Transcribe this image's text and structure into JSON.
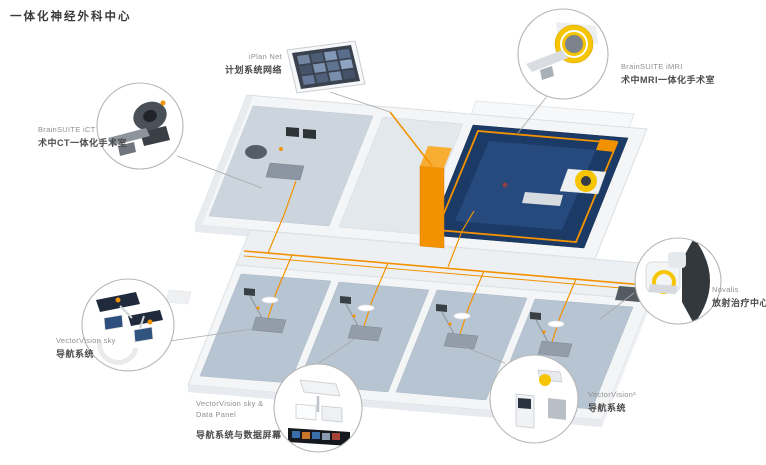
{
  "title": "一体化神经外科中心",
  "colors": {
    "accent_orange": "#f39200",
    "mri_yellow": "#f6c500",
    "mri_room_navy": "#1b3a66",
    "floor_blue_gray": "#b7c4d2",
    "wall_white": "#f4f5f6",
    "label_gray": "#8f8f8f",
    "label_dark": "#4a4a4a"
  },
  "callouts": {
    "iplan": {
      "en": "iPlan Net",
      "cn": "计划系统网络"
    },
    "ict": {
      "en": "BrainSUITE iCT",
      "cn": "术中CT一体化手术室"
    },
    "imri": {
      "en": "BrainSUITE iMRI",
      "cn": "术中MRI一体化手术室"
    },
    "vvsky": {
      "en": "VectorVision sky",
      "cn": "导航系统"
    },
    "vvskydp": {
      "en1": "VectorVision sky &",
      "en2": "Data Panel",
      "cn": "导航系统与数据屏幕"
    },
    "vv2": {
      "en": "VectorVision²",
      "cn": "导航系统"
    },
    "novalis": {
      "en": "Novalis",
      "cn": "放射治疗中心"
    }
  }
}
